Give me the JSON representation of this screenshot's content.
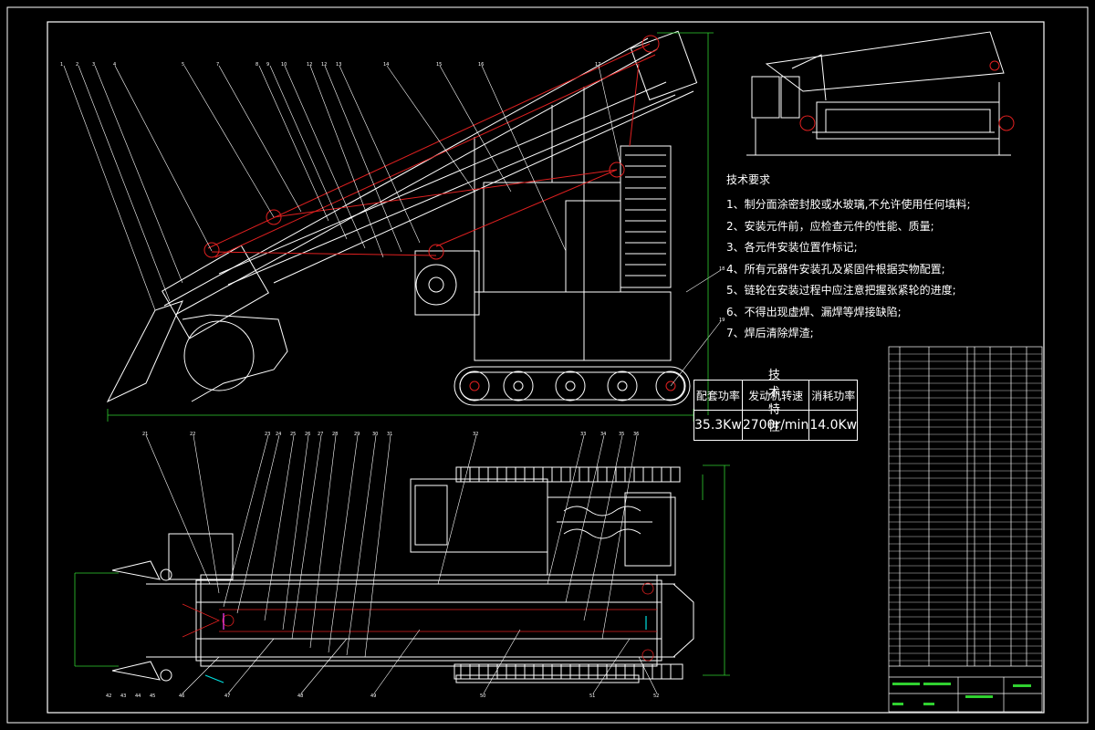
{
  "notes": {
    "title": "技术要求",
    "items": [
      "1、制分面涂密封胶或水玻璃,不允许使用任何填料;",
      "2、安装元件前，应检查元件的性能、质量;",
      "3、各元件安装位置作标记;",
      "4、所有元器件安装孔及紧固件根据实物配置;",
      "5、链轮在安装过程中应注意把握张紧轮的进度;",
      "6、不得出现虚焊、漏焊等焊接缺陷;",
      "7、焊后清除焊渣;"
    ]
  },
  "spec": {
    "title": "技术特性",
    "headers": [
      "配套功率",
      "发动机转速",
      "消耗功率"
    ],
    "values": [
      "35.3Kw",
      "2700r/min",
      "14.0Kw"
    ]
  },
  "colors": {
    "background": "#000000",
    "line": "#ffffff",
    "red": "#e02020",
    "dim": "#30d030",
    "cyan": "#00e0e0",
    "magenta": "#ff40ff"
  }
}
